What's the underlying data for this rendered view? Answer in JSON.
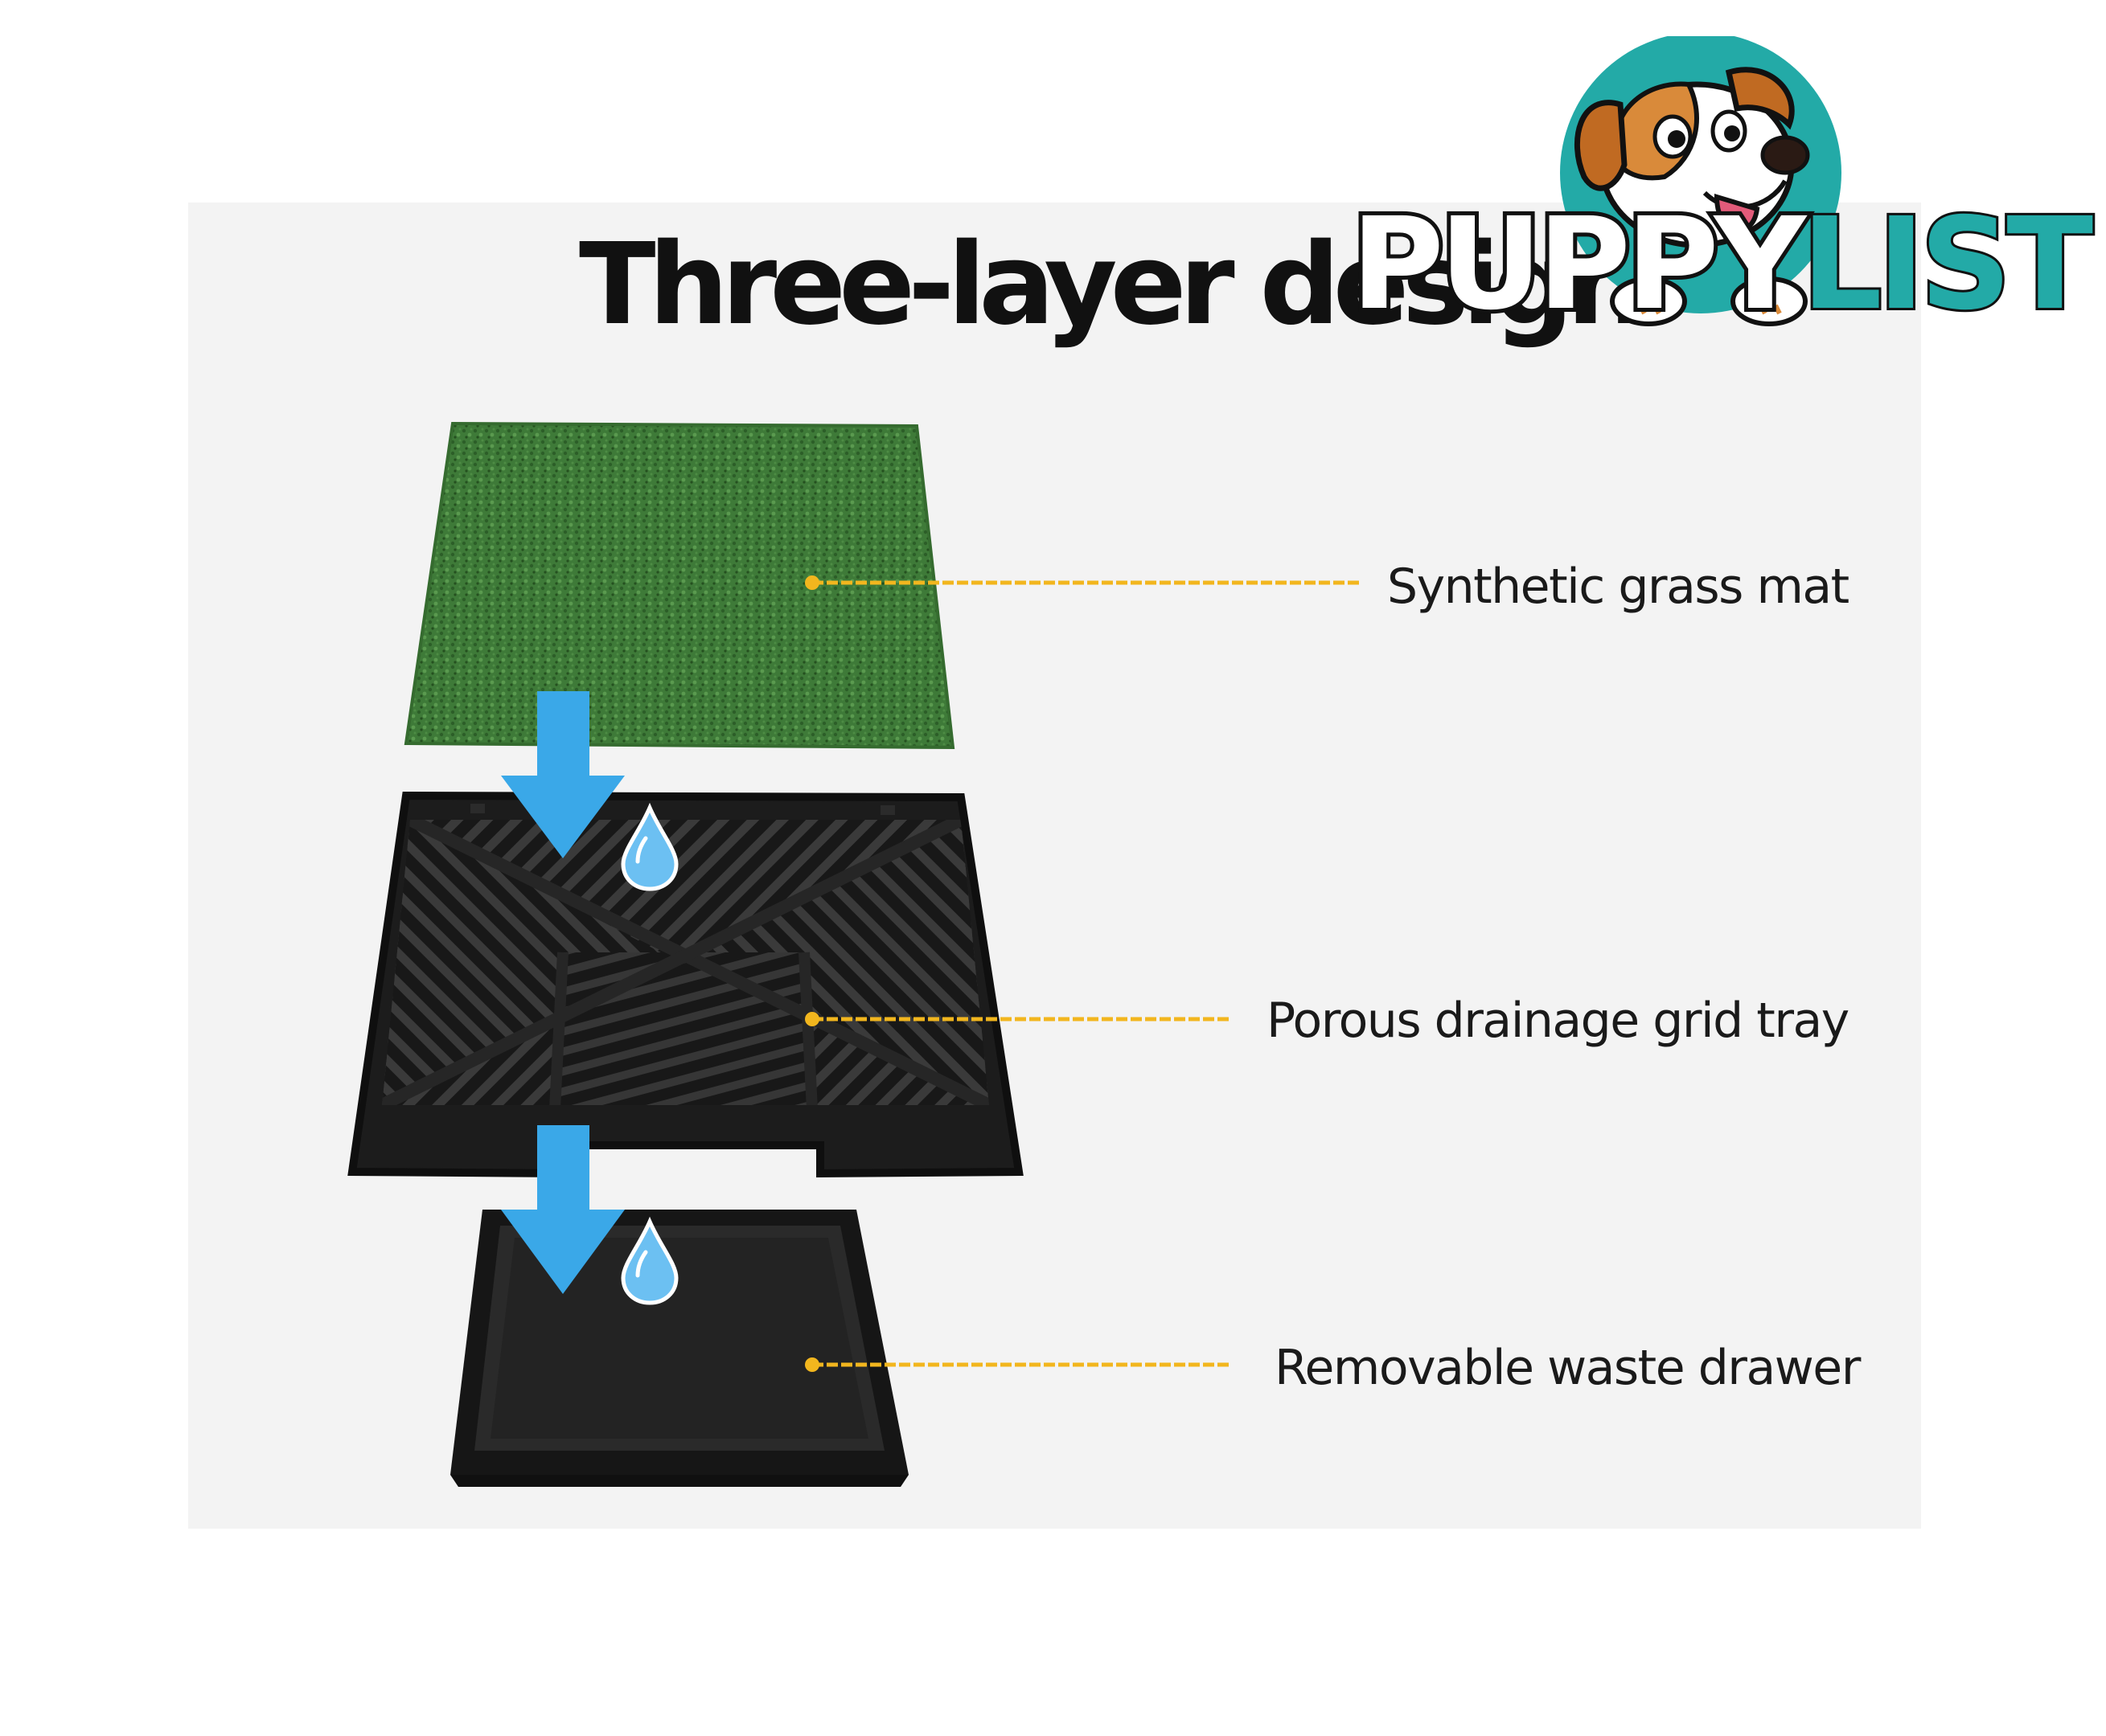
{
  "title": "Three-layer design",
  "layers": [
    {
      "label": "Synthetic grass mat"
    },
    {
      "label": "Porous drainage grid tray"
    },
    {
      "label": "Removable waste drawer"
    }
  ],
  "logo": {
    "word_part1": "PUPPY",
    "word_part2": "LIST"
  },
  "colors": {
    "grass": "#3e7a38",
    "tray": "#1c1c1c",
    "arrow": "#3aa8e8",
    "droplet": "#6cc0f2",
    "leader_line": "#f2b61e",
    "logo_teal": "#23aaa7"
  }
}
